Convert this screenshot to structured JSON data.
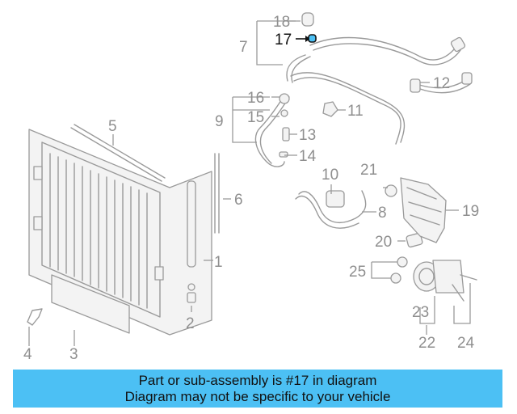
{
  "diagram": {
    "highlighted_part": "17",
    "highlight_color": "#4cc0f4",
    "callouts": [
      {
        "id": "1",
        "label": "1"
      },
      {
        "id": "2",
        "label": "2"
      },
      {
        "id": "3",
        "label": "3"
      },
      {
        "id": "4",
        "label": "4"
      },
      {
        "id": "5",
        "label": "5"
      },
      {
        "id": "6",
        "label": "6"
      },
      {
        "id": "7",
        "label": "7"
      },
      {
        "id": "8",
        "label": "8"
      },
      {
        "id": "9",
        "label": "9"
      },
      {
        "id": "10",
        "label": "10"
      },
      {
        "id": "11",
        "label": "11"
      },
      {
        "id": "12",
        "label": "12"
      },
      {
        "id": "13",
        "label": "13"
      },
      {
        "id": "14",
        "label": "14"
      },
      {
        "id": "15",
        "label": "15"
      },
      {
        "id": "16",
        "label": "16"
      },
      {
        "id": "17",
        "label": "17"
      },
      {
        "id": "18",
        "label": "18"
      },
      {
        "id": "19",
        "label": "19"
      },
      {
        "id": "20",
        "label": "20"
      },
      {
        "id": "21",
        "label": "21"
      },
      {
        "id": "22",
        "label": "22"
      },
      {
        "id": "23",
        "label": "23"
      },
      {
        "id": "24",
        "label": "24"
      },
      {
        "id": "25",
        "label": "25"
      }
    ]
  },
  "banner": {
    "line1": "Part or sub-assembly is #17 in diagram",
    "line2": "Diagram may not be specific to your vehicle",
    "background": "#4cc0f4"
  }
}
